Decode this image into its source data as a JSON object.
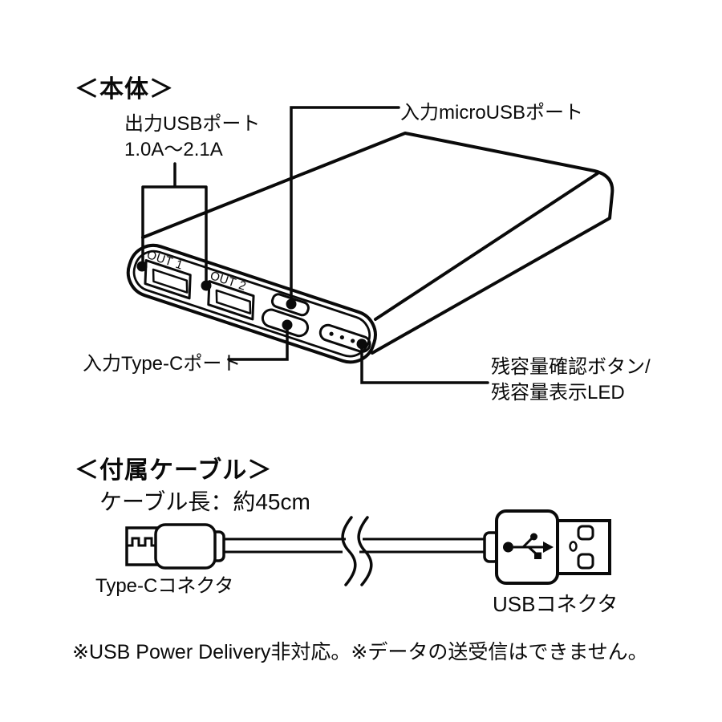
{
  "page": {
    "background_color": "#ffffff",
    "line_color": "#0a0a0a"
  },
  "body_section": {
    "heading": "＜本体＞",
    "callouts": {
      "output_usb_line1": "出力USBポート",
      "output_usb_line2": "1.0A〜2.1A",
      "input_micro_usb": "入力microUSBポート",
      "input_type_c": "入力Type-Cポート",
      "battery_indicator_line1": "残容量確認ボタン/",
      "battery_indicator_line2": "残容量表示LED"
    },
    "device": {
      "port1_label": "OUT 1",
      "port2_label": "OUT 2"
    }
  },
  "cable_section": {
    "heading": "＜付属ケーブル＞",
    "cable_length": "ケーブル長：約45cm",
    "left_connector_label": "Type-Cコネクタ",
    "right_connector_label": "USBコネクタ"
  },
  "footnote": "※USB Power Delivery非対応。※データの送受信はできません。"
}
